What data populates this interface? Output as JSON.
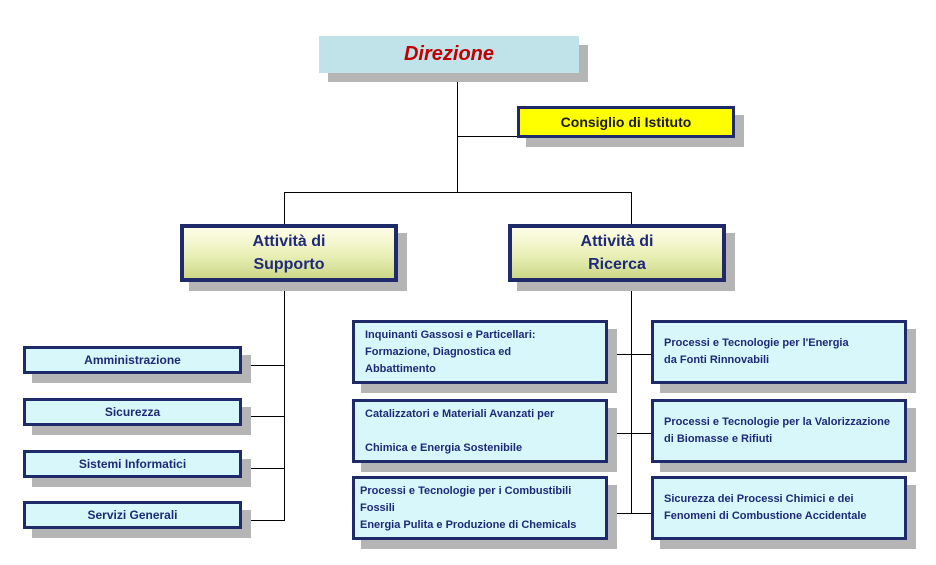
{
  "direzione": "Direzione",
  "consiglio": "Consiglio di Istituto",
  "supporto": "Attività di\nSupporto",
  "ricerca": "Attività di\nRicerca",
  "support_units": [
    "Amministrazione",
    "Sicurezza",
    "Sistemi Informatici",
    "Servizi Generali"
  ],
  "research_left": [
    "Inquinanti Gassosi e Particellari:\nFormazione, Diagnostica ed\nAbbattimento",
    "Catalizzatori e Materiali Avanzati per\n\nChimica e Energia Sostenibile",
    "Processi e Tecnologie per i Combustibili Fossili\nEnergia Pulita e Produzione di Chemicals"
  ],
  "research_right": [
    "Processi e Tecnologie per l'Energia\nda Fonti Rinnovabili",
    "Processi e Tecnologie per la Valorizzazione\ndi Biomasse e Rifiuti",
    "Sicurezza dei Processi Chimici e dei\nFenomeni di Combustione Accidentale"
  ],
  "colors": {
    "direzione_bg": "#bfe3e8",
    "direzione_text": "#c00000",
    "consiglio_bg": "#ffff00",
    "unit_bg": "#d7f7fa",
    "border": "#1f2a6b",
    "text": "#1e2a78"
  }
}
